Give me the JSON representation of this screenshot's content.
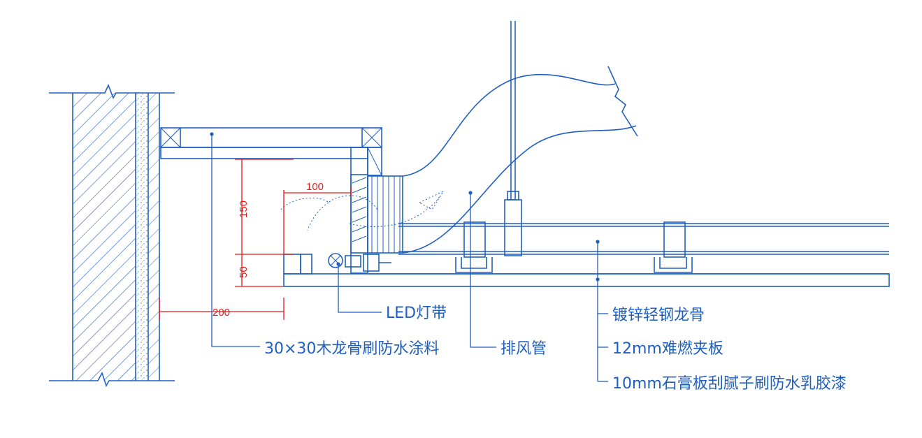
{
  "colors": {
    "line": "#1f5fbf",
    "dimension": "#e31b1b",
    "background": "#ffffff"
  },
  "dimensions": {
    "d100": "100",
    "d150": "150",
    "d50": "50",
    "d200": "200"
  },
  "labels": {
    "led": "LED灯带",
    "exhaust": "排风管",
    "keel": "镀锌轻钢龙骨",
    "board12": "12mm难燃夹板",
    "board10": "10mm石膏板刮腻子刷防水乳胶漆",
    "wood": "30×30木龙骨刷防水涂料"
  }
}
